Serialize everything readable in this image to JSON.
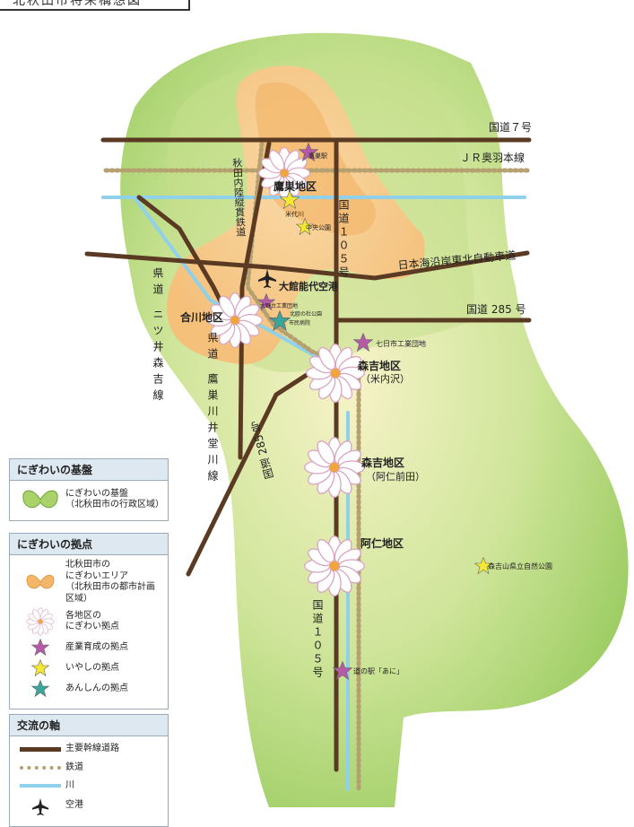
{
  "title_fragment": "北秋田市将来構想図",
  "roads": {
    "route7": "国道７号",
    "jr_line": "ＪＲ奥羽本線",
    "expressway": "日本海沿岸東北自動車道",
    "route285_east": "国道 285 号",
    "route285_west": "国道 285 号",
    "route105_north": "国道１０５号",
    "route105_south": "国道１０５号",
    "nairiku_line": "秋田内陸縦貫鉄道",
    "pref_futatsui": "県道 ニツ井森吉線",
    "pref_takanosu": "県道 鷹巣川井堂川線"
  },
  "districts": {
    "takanosu": "鷹巣地区",
    "aikawa": "合川地区",
    "moriyoshi_yonaizawa": "森吉地区",
    "moriyoshi_yonaizawa_sub": "（米内沢）",
    "moriyoshi_ani": "森吉地区",
    "moriyoshi_ani_sub": "（阿仁前田）",
    "ani": "阿仁地区"
  },
  "places": {
    "airport": "大館能代空港",
    "industrial_park": "七日市工業団地",
    "michi_eki_ani": "道の駅「あに」",
    "moriyoshi_park": "森吉山県立自然公園",
    "station_area": "鷹巣駅",
    "chuo_park": "中央公園",
    "yoneshiro_river": "米代川",
    "industrial_aikawa": "大野台工業団地",
    "kita_park": "北欧の杜公園",
    "hospital": "市民病院"
  },
  "legend": {
    "base": {
      "heading": "にぎわいの基盤",
      "items": [
        {
          "text": "にぎわいの基盤\n（北秋田市の行政区域）"
        }
      ]
    },
    "hubs": {
      "heading": "にぎわいの拠点",
      "items": [
        {
          "text": "北秋田市の\nにぎわいエリア\n（北秋田市の都市計画区域）"
        },
        {
          "text": "各地区の\nにぎわい拠点"
        },
        {
          "text": "産業育成の拠点"
        },
        {
          "text": "いやしの拠点"
        },
        {
          "text": "あんしんの拠点"
        }
      ]
    },
    "axis": {
      "heading": "交流の軸",
      "items": [
        {
          "text": "主要幹線道路"
        },
        {
          "text": "鉄道"
        },
        {
          "text": "川"
        },
        {
          "text": "空港"
        }
      ]
    }
  },
  "colors": {
    "road": "#5a3a22",
    "rail": "#b5a070",
    "river": "#8fd0ea",
    "base_area": "#a9d269",
    "city_area": "#f2b35f",
    "industry_star": "#b65aa8",
    "healing_star": "#f5e832",
    "safety_star": "#3aa59a"
  }
}
